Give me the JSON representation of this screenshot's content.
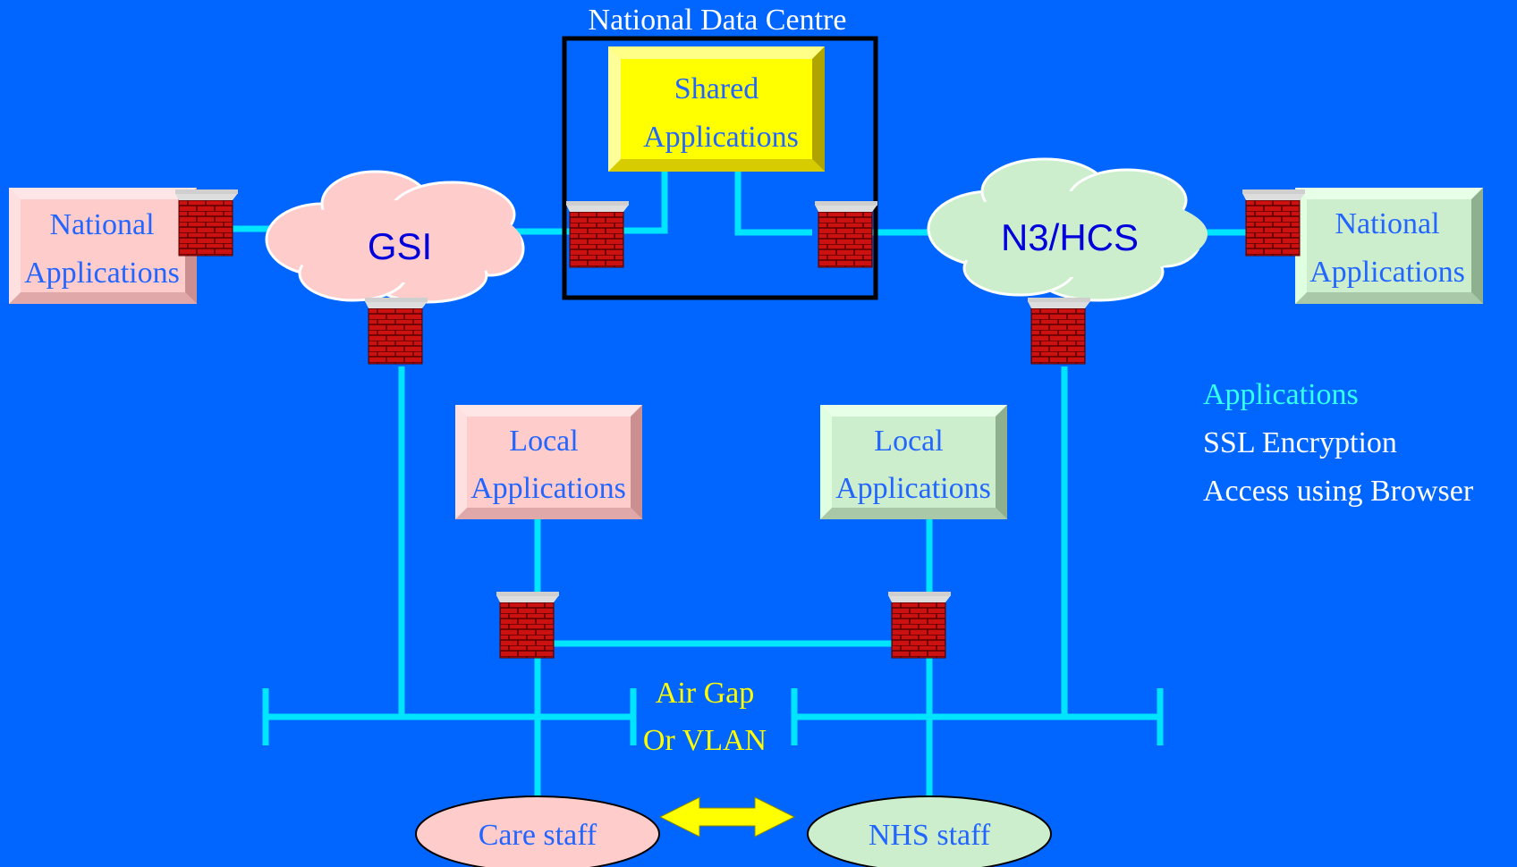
{
  "diagram": {
    "national_data_centre_label": "National Data Centre",
    "shared_applications": [
      "Shared",
      "Applications"
    ],
    "national_applications_left": [
      "National",
      "Applications"
    ],
    "national_applications_right": [
      "National",
      "Applications"
    ],
    "gsi_cloud": "GSI",
    "n3_cloud": "N3/HCS",
    "local_applications_left": [
      "Local",
      "Applications"
    ],
    "local_applications_right": [
      "Local",
      "Applications"
    ],
    "air_gap": [
      "Air Gap",
      "Or VLAN"
    ],
    "care_staff": "Care staff",
    "nhs_staff": "NHS staff"
  },
  "legend": {
    "items": [
      "Applications",
      "SSL Encryption",
      "Access using Browser"
    ]
  },
  "colors": {
    "background": "#0066ff",
    "connector": "#00e5ff",
    "shared_box": "#ffff00",
    "pink_box": "#ffcccc",
    "green_box": "#cceecc",
    "firewall": "#cc1111",
    "arrow": "#ffff00"
  },
  "icons": {
    "firewall": "brick-firewall-icon",
    "cloud": "network-cloud",
    "double_arrow": "double-arrow-icon"
  }
}
